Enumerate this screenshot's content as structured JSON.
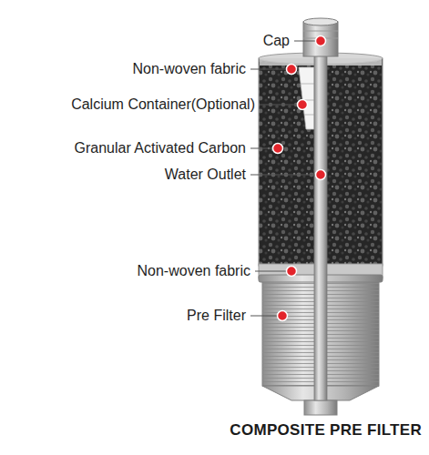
{
  "diagram": {
    "caption": "COMPOSITE PRE FILTER",
    "labels": [
      "Cap",
      "Non-woven fabric",
      "Calcium Container(Optional)",
      "Granular Activated Carbon",
      "Water Outlet",
      "Non-woven fabric",
      "Pre Filter"
    ]
  }
}
